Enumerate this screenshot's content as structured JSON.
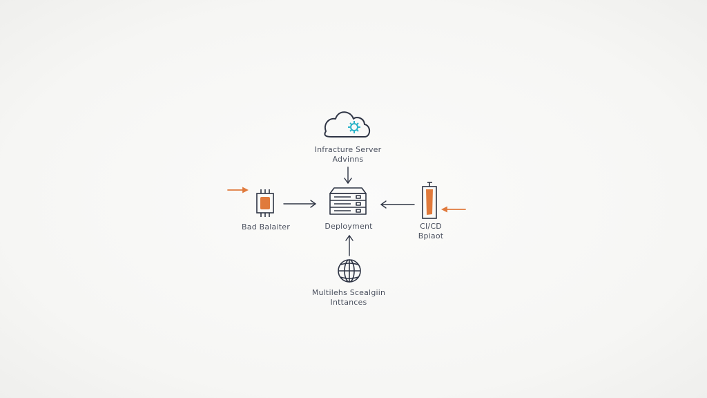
{
  "nodes": {
    "infrastructure": {
      "line1": "Infracture Server",
      "line2": "Advinns",
      "icon": "cloud-icon"
    },
    "deployment": {
      "line1": "Deployment",
      "icon": "server-rack-icon"
    },
    "load_balancer": {
      "line1": "Bad Balaiter",
      "icon": "chip-icon"
    },
    "ci_cd": {
      "line1": "CI/CD",
      "line2": "Bpiaot",
      "icon": "pipeline-icon"
    },
    "scaling": {
      "line1": "Multilehs Scealgiin",
      "line2": "Inttances",
      "icon": "globe-icon"
    }
  },
  "colors": {
    "stroke": "#2e3444",
    "accent_orange": "#e07a3c",
    "accent_teal": "#2bb3c8",
    "text": "#4a505e"
  }
}
